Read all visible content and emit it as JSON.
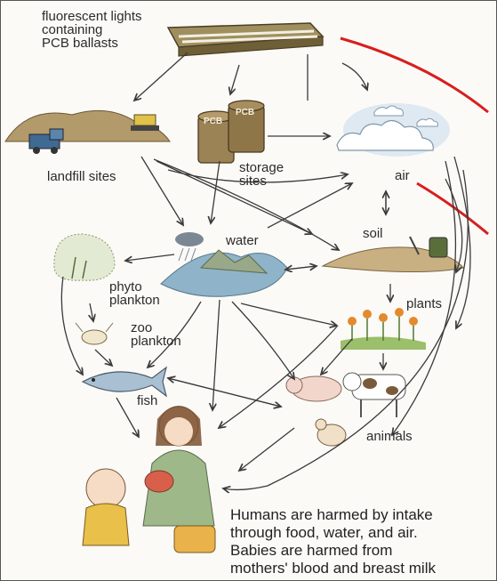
{
  "labels": {
    "fluorescent_lights": "fluorescent lights\ncontaining\nPCB ballasts",
    "storage_sites": "storage\nsites",
    "landfill_sites": "landfill sites",
    "air": "air",
    "water": "water",
    "soil": "soil",
    "phyto_plankton": "phyto\nplankton",
    "zoo_plankton": "zoo\nplankton",
    "plants": "plants",
    "fish": "fish",
    "animals": "animals",
    "drum_label_1": "PCB",
    "drum_label_2": "PCB"
  },
  "caption": {
    "line1": "Humans are harmed by intake",
    "line2": "through food, water, and air.",
    "line3": "Babies are harmed from",
    "line4": "mothers' blood and breast milk"
  },
  "colors": {
    "arrow": "#3a3a3a",
    "red_curve": "#d81e1e",
    "fixture": "#8a7a4e",
    "soil": "#b39a6a",
    "water": "#8fb3c9",
    "drum": "#9c8355"
  }
}
